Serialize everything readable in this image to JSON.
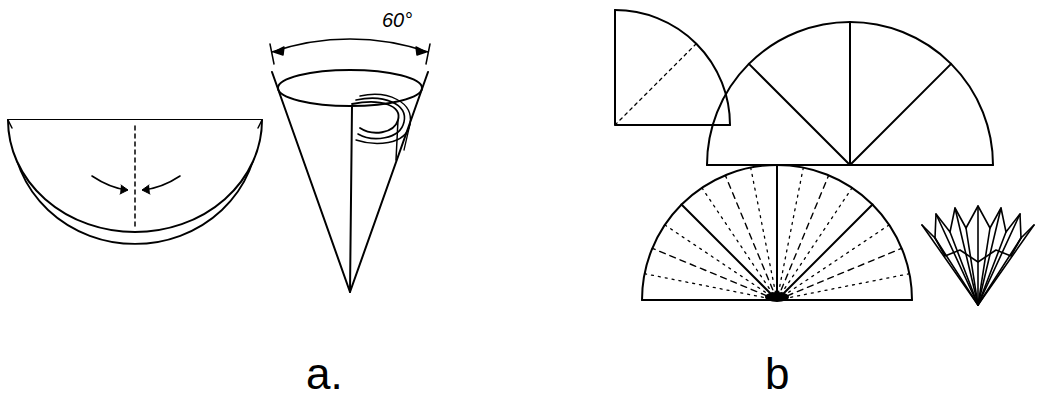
{
  "diagram": {
    "labels": [
      "60°",
      "a.",
      "b"
    ]
  }
}
